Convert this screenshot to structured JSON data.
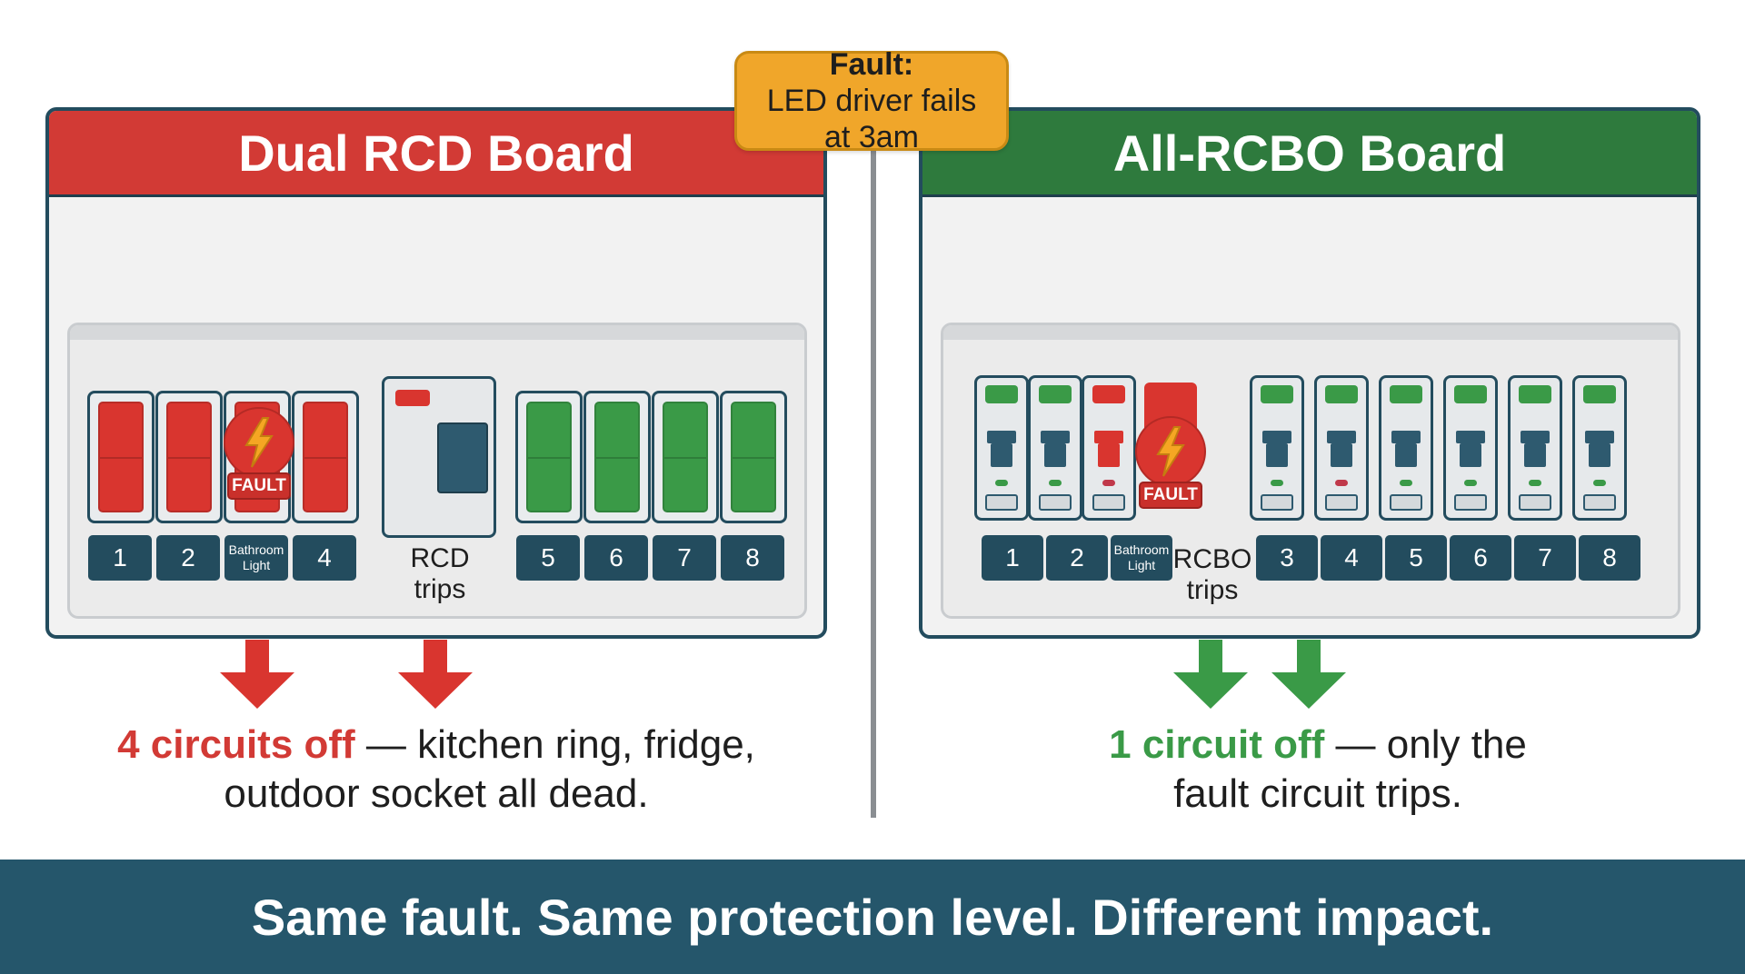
{
  "fault_callout": {
    "bold": "Fault:",
    "text": "LED driver fails at 3am"
  },
  "left_board": {
    "title": "Dual RCD Board",
    "header_color": "#d23a35",
    "breaker_labels": [
      "1",
      "2",
      "Bathroom Light",
      "4",
      "5",
      "6",
      "7",
      "8"
    ],
    "fault_label": "FAULT",
    "trip_text": "RCD trips",
    "tripped_state": "off",
    "result_highlight": "4 circuits off",
    "result_text": " — kitchen ring, fridge, outdoor socket all dead."
  },
  "right_board": {
    "title": "All-RCBO Board",
    "header_color": "#2e7a3d",
    "breaker_labels": [
      "1",
      "2",
      "Bathroom Light",
      "3",
      "4",
      "5",
      "6",
      "7",
      "8"
    ],
    "fault_label": "FAULT",
    "trip_text": "RCBO trips",
    "result_highlight": "1 circuit off",
    "result_text": " — only the fault circuit trips."
  },
  "footer": {
    "text": "Same fault. Same protection level. Different impact."
  },
  "colors": {
    "off": "#d9352f",
    "on": "#3a9a47",
    "navy": "#234c5e",
    "callout": "#f0a62a"
  },
  "icons": [
    "lightning-bolt-icon",
    "down-arrow-icon"
  ]
}
